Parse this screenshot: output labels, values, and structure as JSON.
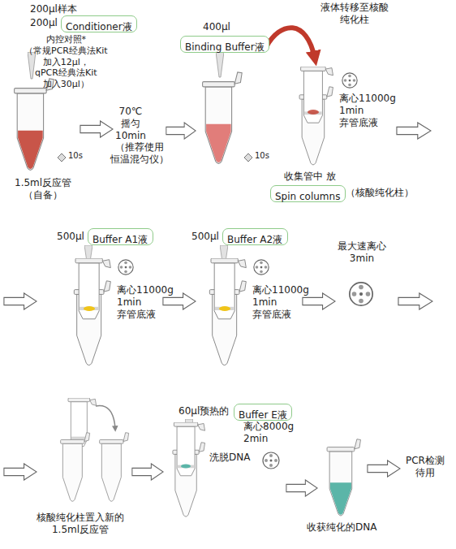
{
  "diagram": {
    "nodes": [
      {
        "text": [
          "Conditioner液"
        ]
      },
      {
        "text": [
          "Binding Buffer液"
        ]
      },
      {
        "text": [
          "Spin columns"
        ]
      },
      {
        "text": [
          "Buffer A1液"
        ]
      },
      {
        "text": [
          "Buffer A2液"
        ]
      },
      {
        "text": [
          "Buffer E液"
        ]
      }
    ],
    "labels": [
      "200μl样本",
      "200μl",
      "内控对照*（常规PCR经典法Kit 加入12μl， qPCR经典法Kit 加入30μl）",
      "10s",
      "1.5ml反应管 （自备）",
      "70℃摇匀 10min",
      "（推荐使用 恒温混匀仪）",
      "400μl",
      "10s",
      "液体转移至核酸 纯化柱",
      "离心11000g 1min 弃管底液",
      "收集管中 放",
      "（核酸纯化柱）",
      "500μl",
      "离心11000g 1min 弃管底液",
      "500μl",
      "离心11000g 1min 弃管底液",
      "最大速离心 3min",
      "核酸纯化柱置入新的 1.5ml反应管",
      "60μl预热的",
      "洗脱DNA",
      "离心8000g 2min",
      "收获纯化的DNA",
      "PCR检测 待用"
    ]
  }
}
